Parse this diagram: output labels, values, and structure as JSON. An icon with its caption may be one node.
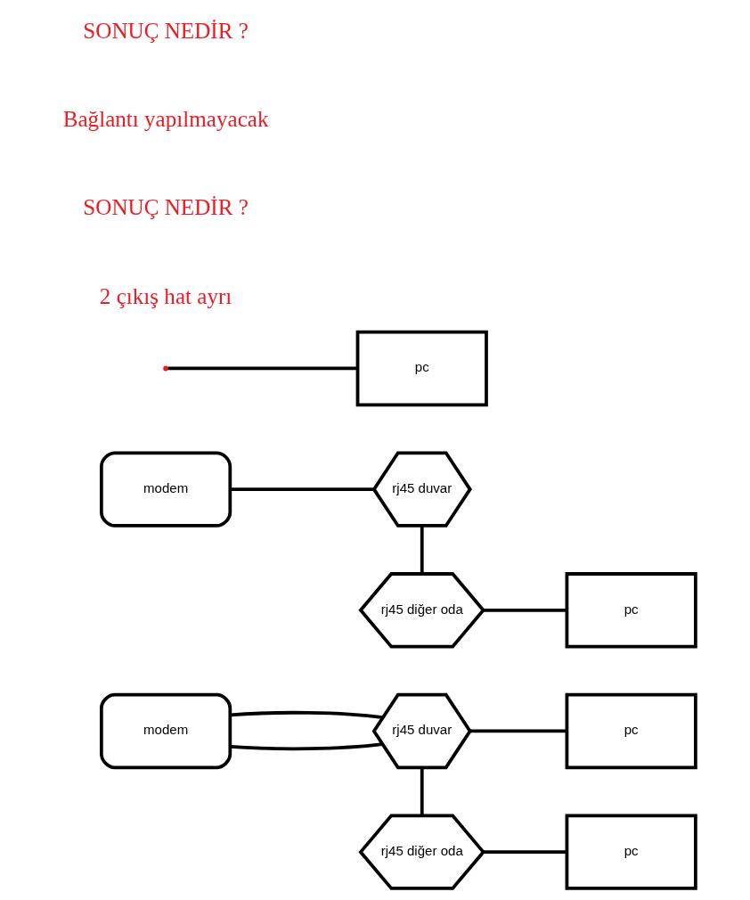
{
  "diagram": {
    "nodes": [
      {
        "text": [
          "modem"
        ]
      },
      {
        "text": [
          "rj45 duvar"
        ]
      },
      {
        "text": [
          "pc"
        ]
      },
      {
        "text": [
          "rj45 diğer oda"
        ]
      },
      {
        "text": [
          "pc"
        ]
      },
      {
        "text": [
          "modem"
        ]
      },
      {
        "text": [
          "rj45 duvar"
        ]
      },
      {
        "text": [
          "pc"
        ]
      },
      {
        "text": [
          "rj45 diğer oda"
        ]
      },
      {
        "text": [
          "pc"
        ]
      }
    ],
    "edges": [
      {
        "from": 0,
        "to": 1,
        "arrow": "none"
      },
      {
        "from": 0,
        "to": 1,
        "arrow": "none"
      },
      {
        "from": 1,
        "to": 2,
        "arrow": "none"
      },
      {
        "from": 1,
        "to": 3,
        "arrow": "none"
      },
      {
        "from": 3,
        "to": 4,
        "arrow": "none"
      },
      {
        "from": 5,
        "to": 6,
        "arrow": "none"
      },
      {
        "from": null,
        "to": 7,
        "arrow": "none"
      },
      {
        "from": 6,
        "to": 8,
        "arrow": "none"
      },
      {
        "from": 8,
        "to": 9,
        "arrow": "none"
      }
    ],
    "labels": [
      "2 çıkış hat ayrı",
      "SONUÇ NEDİR ?",
      "Bağlantı yapılmayacak",
      "SONUÇ NEDİR ?"
    ]
  }
}
